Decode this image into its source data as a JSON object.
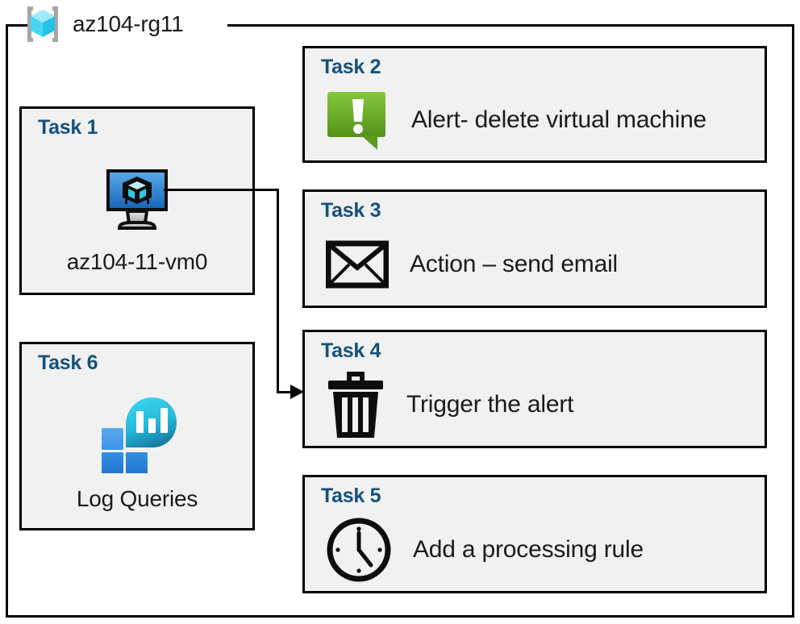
{
  "resource_group": {
    "title": "az104-rg11",
    "icon": "resource-group-cube-icon"
  },
  "colors": {
    "task_label": "#12517f",
    "box_fill": "#f1f1f1",
    "box_border": "#000000",
    "alert_green_light": "#80c241",
    "alert_green_dark": "#5c9a1f",
    "vm_blue_light": "#4a9ae0",
    "vm_blue_dark": "#1a6cb5",
    "log_blue_light": "#4ea3ef",
    "log_blue_dark": "#2681d8",
    "log_cyan_light": "#32cfe8",
    "log_teal_dark": "#1782a8",
    "rg_cube_cyan": "#5ce0f5",
    "rg_bracket_gray": "#a6a6a6",
    "text": "#1a1a1a"
  },
  "tasks": [
    {
      "id": "task1",
      "label": "Task 1",
      "caption": "az104-11-vm0",
      "icon": "virtual-machine-icon",
      "column": "left"
    },
    {
      "id": "task2",
      "label": "Task 2",
      "caption": "Alert- delete virtual machine",
      "icon": "alert-callout-icon",
      "column": "right"
    },
    {
      "id": "task3",
      "label": "Task 3",
      "caption": "Action – send email",
      "icon": "envelope-icon",
      "column": "right"
    },
    {
      "id": "task4",
      "label": "Task 4",
      "caption": "Trigger the alert",
      "icon": "trash-bin-icon",
      "column": "right"
    },
    {
      "id": "task5",
      "label": "Task 5",
      "caption": "Add a processing rule",
      "icon": "clock-icon",
      "column": "right"
    },
    {
      "id": "task6",
      "label": "Task 6",
      "caption": "Log Queries",
      "icon": "log-analytics-icon",
      "column": "left"
    }
  ],
  "connector": {
    "from": "task1-virtual-machine-icon",
    "to": "task4",
    "arrow": "arrowhead-right"
  }
}
